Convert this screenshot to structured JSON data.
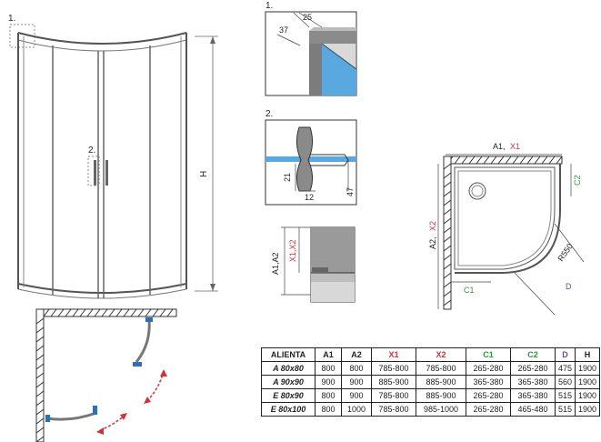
{
  "callouts": {
    "detail1": "1.",
    "detail2": "2.",
    "overall_1": "1.",
    "overall_2": "2."
  },
  "dims": {
    "height": "H",
    "d1_a": "25",
    "d1_b": "37",
    "d2_a": "21",
    "d2_b": "12",
    "d2_c": "47",
    "d3_a": "A1,A2",
    "d3_b": "X1,X2",
    "plan_top": "A1,",
    "plan_top_x": "X1",
    "plan_left": "A2,",
    "plan_left_x": "X2",
    "c1": "C1",
    "c2": "C2",
    "radius": "R550",
    "diag": "D"
  },
  "colors": {
    "red": "#d0323a",
    "green": "#2e9a3c",
    "purple": "#7a3fa0",
    "glass": "#5aa8e0",
    "frame": "#555555",
    "handle_blue": "#2f6fb5"
  },
  "table": {
    "headers": [
      "ALIENTA",
      "A1",
      "A2",
      "X1",
      "X2",
      "C1",
      "C2",
      "D",
      "H"
    ],
    "rows": [
      [
        "A 80x80",
        "800",
        "800",
        "785-800",
        "785-800",
        "265-280",
        "265-280",
        "475",
        "1900"
      ],
      [
        "A 90x90",
        "900",
        "900",
        "885-900",
        "885-900",
        "365-380",
        "365-380",
        "560",
        "1900"
      ],
      [
        "E 80x90",
        "800",
        "900",
        "785-800",
        "885-900",
        "265-280",
        "365-380",
        "515",
        "1900"
      ],
      [
        "E 80x100",
        "800",
        "1000",
        "785-800",
        "985-1000",
        "265-280",
        "465-480",
        "515",
        "1900"
      ]
    ]
  }
}
